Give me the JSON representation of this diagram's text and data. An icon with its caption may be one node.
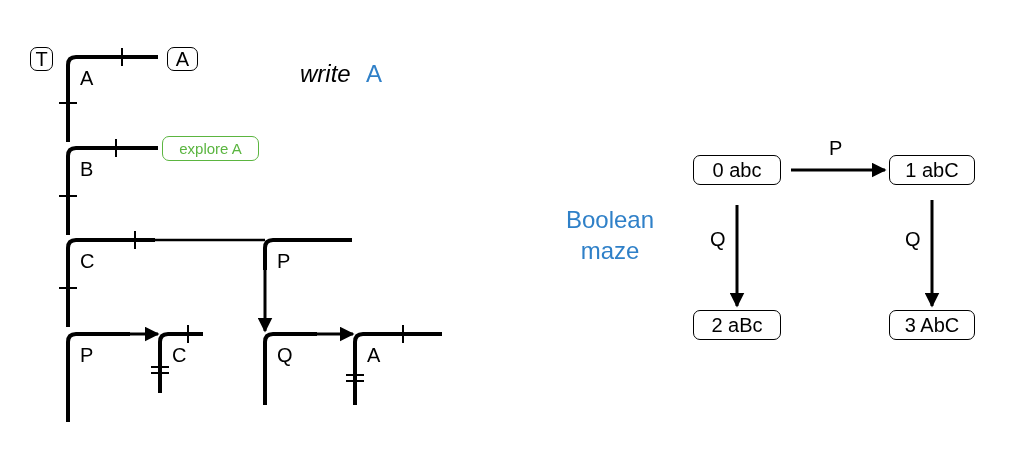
{
  "diagram": {
    "nodes": [
      {
        "text": [
          "T"
        ]
      },
      {
        "text": [
          "A"
        ]
      },
      {
        "text": [
          "A"
        ]
      },
      {
        "text": [
          "explore A"
        ]
      },
      {
        "text": [
          "B"
        ]
      },
      {
        "text": [
          "C"
        ]
      },
      {
        "text": [
          "P"
        ]
      },
      {
        "text": [
          "P"
        ]
      },
      {
        "text": [
          "C"
        ]
      },
      {
        "text": [
          "Q"
        ]
      },
      {
        "text": [
          "A"
        ]
      },
      {
        "text": [
          "0 abc"
        ]
      },
      {
        "text": [
          "1 abC"
        ]
      },
      {
        "text": [
          "2 aBc"
        ]
      },
      {
        "text": [
          "3 AbC"
        ]
      }
    ],
    "edges": [
      {
        "from": 5,
        "to": 6,
        "arrow": "none"
      },
      {
        "from": 6,
        "to": 9,
        "arrow": "to"
      },
      {
        "from": 7,
        "to": 8,
        "arrow": "to"
      },
      {
        "from": 9,
        "to": 10,
        "arrow": "to"
      },
      {
        "from": 11,
        "to": 12,
        "arrow": "to",
        "label": "P"
      },
      {
        "from": 11,
        "to": 13,
        "arrow": "to",
        "label": "Q"
      },
      {
        "from": 12,
        "to": 14,
        "arrow": "to",
        "label": "Q"
      }
    ],
    "labels": [
      "write",
      "A",
      "Boolean maze"
    ]
  }
}
